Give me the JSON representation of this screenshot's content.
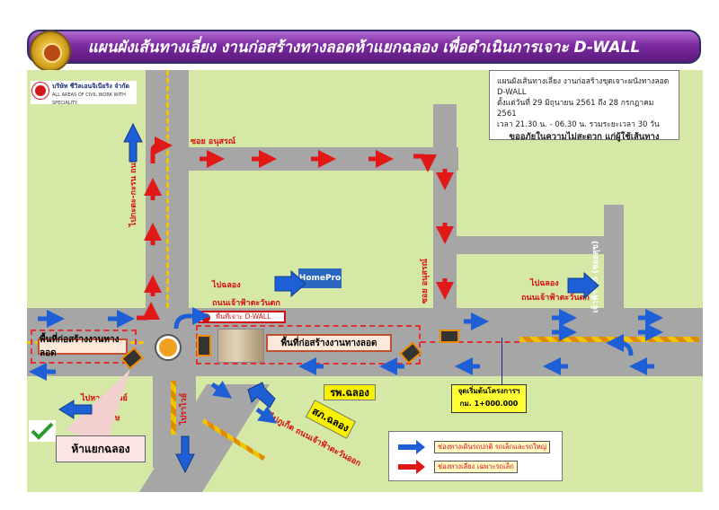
{
  "title": "แผนผังเส้นทางเลี่ยง งานก่อสร้างทางลอดห้าแยกฉลอง เพื่อดำเนินการเจาะ  D-WALL",
  "company": {
    "name": "บริษัท ซีวิลเอนจิเนียริง จำกัด",
    "tagline": "ALL AREAS OF CIVIL WORK WITH SPECIALITY"
  },
  "info": {
    "line1": "แผนผังเส้นทางเลี่ยง งานก่อสร้างขุดเจาะผนังทางลอด D-WALL",
    "line2": "ตั้งแต่วันที่ 29 มิถุนายน 2561 ถึง 28 กรกฎาคม 2561",
    "line3": "เวลา 21.30 น. - 06.30 น. รวมระยะเวลา 30 วัน",
    "apology": "ขออภัยในความไม่สะดวก แก่ผู้ใช้เส้นทาง"
  },
  "labels": {
    "soi_anuson_top": "ซอย อนุสรณ์",
    "soi_anuson_side": "ซอย อนุสรณ์",
    "to_kata_karon": "ไปกะตะ-กะรน ถนนปฏัก",
    "to_chalong_left": "ไปฉลอง",
    "chaofa_left": "ถนนเจ้าฟ้าตะวันตก",
    "to_chalong_right": "ไปฉลอง",
    "chaofa_right": "ถนนเจ้าฟ้าตะวันตก",
    "soi_chaofa45": "เจ้าฟ้า 45 (ซอยสุข)",
    "homepro": "HomePro",
    "dwall_point": "พื้นที่เจาะ D-WALL",
    "work_area_left": "พื้นที่ก่อสร้างงานทางลอด",
    "work_area_main": "พื้นที่ก่อสร้างงานทางลอด",
    "hospital": "รพ.ฉลอง",
    "police": "สภ.ฉลอง",
    "to_rawai": "ไปหาดราไวย์",
    "wiset_rd": "ถนนวิเศษ",
    "to_phuket_town": "ไปภูเก็ต ถนนเจ้าฟ้าตะวันออก",
    "to_rawai_south": "ไปราไวย์",
    "intersection_callout": "ห้าแยกฉลอง",
    "start_point_1": "จุดเริ่มต้นโครงการฯ",
    "start_point_2": "กม. 1+000.000"
  },
  "legend": {
    "blue_label": "ช่องทางเดินรถปกติ รถเล็กและรถใหญ่",
    "red_label": "ช่องทางเลี่ยง เฉพาะรถเล็ก"
  },
  "colors": {
    "normal_route_arrow": "#1f5fd6",
    "detour_route_arrow": "#e01818",
    "road": "#a6a6a6",
    "ground": "#d6e8a6",
    "title_bg": "#7c2aa1"
  }
}
